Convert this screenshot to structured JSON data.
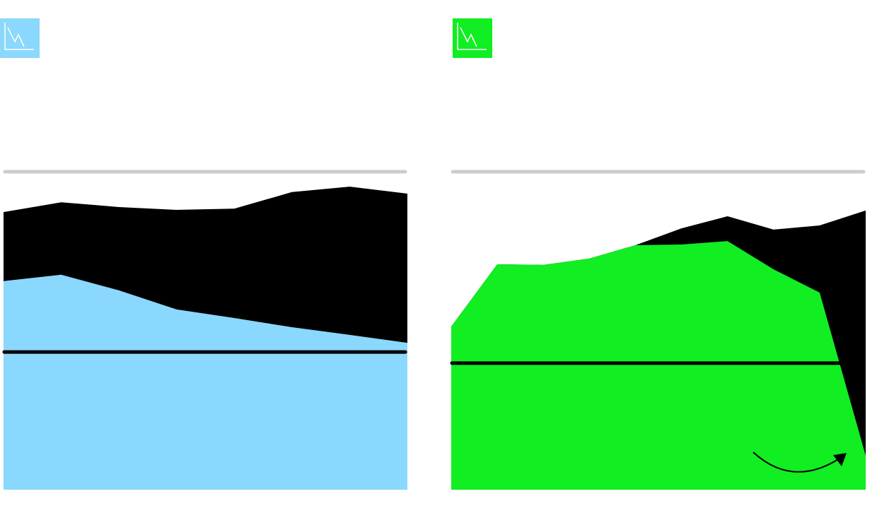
{
  "icons": [
    {
      "name": "line-chart-icon",
      "color": "#8AD8FD"
    },
    {
      "name": "line-chart-icon",
      "color": "#11EE22"
    }
  ],
  "chart_data": [
    {
      "type": "area",
      "stacked": true,
      "title": "",
      "xlabel": "",
      "ylabel": "",
      "x": [
        0,
        1,
        2,
        3,
        4,
        5,
        6,
        7
      ],
      "ylim": [
        0,
        100
      ],
      "series": [
        {
          "name": "lower",
          "color": "#8AD8FD",
          "values": [
            65.6,
            67.6,
            62.7,
            56.7,
            54.0,
            51.1,
            48.7,
            46.2
          ]
        },
        {
          "name": "upper",
          "color": "#000000",
          "totals": [
            87.3,
            90.4,
            88.9,
            88.0,
            88.4,
            93.6,
            95.3,
            93.1
          ]
        }
      ],
      "reference_line": 43.3,
      "top_rule": 100
    },
    {
      "type": "area",
      "stacked": true,
      "title": "",
      "xlabel": "",
      "ylabel": "",
      "x": [
        0,
        1,
        2,
        3,
        4,
        5,
        6,
        7,
        8,
        9
      ],
      "ylim": [
        0,
        100
      ],
      "series": [
        {
          "name": "lower",
          "color": "#11EE22",
          "values": [
            51.3,
            70.9,
            70.7,
            72.7,
            76.9,
            77.1,
            78.2,
            69.3,
            62.0,
            10.7
          ]
        },
        {
          "name": "upper",
          "color": "#000000",
          "totals": [
            51.3,
            70.9,
            70.7,
            72.7,
            76.9,
            82.2,
            86.0,
            81.8,
            83.1,
            87.8
          ]
        }
      ],
      "reference_line": 39.8,
      "reference_line_extent": 0.937,
      "top_rule": 100
    }
  ]
}
